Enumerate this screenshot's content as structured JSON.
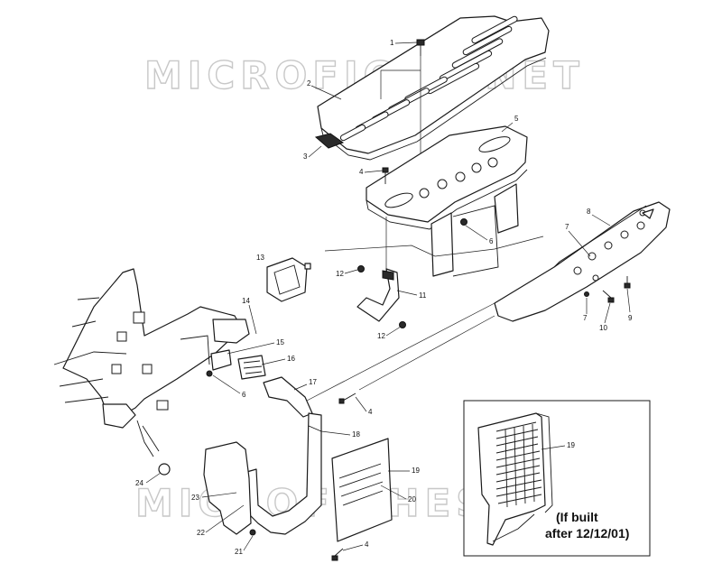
{
  "watermark": {
    "top": "MICROFICHE.NET",
    "bottom": "MICROFICHES.NET"
  },
  "callouts": {
    "c1": "1",
    "c2": "2",
    "c3": "3",
    "c4a": "4",
    "c4b": "4",
    "c4c": "4",
    "c5": "5",
    "c6a": "6",
    "c6b": "6",
    "c7a": "7",
    "c7b": "7",
    "c8": "8",
    "c9": "9",
    "c10": "10",
    "c11": "11",
    "c12a": "12",
    "c12b": "12",
    "c13": "13",
    "c14": "14",
    "c15": "15",
    "c16": "16",
    "c17": "17",
    "c18": "18",
    "c19a": "19",
    "c19b": "19",
    "c20": "20",
    "c21": "21",
    "c22": "22",
    "c23": "23",
    "c24": "24"
  },
  "inset": {
    "note_line1": "(If built",
    "note_line2": "after 12/12/01)"
  }
}
